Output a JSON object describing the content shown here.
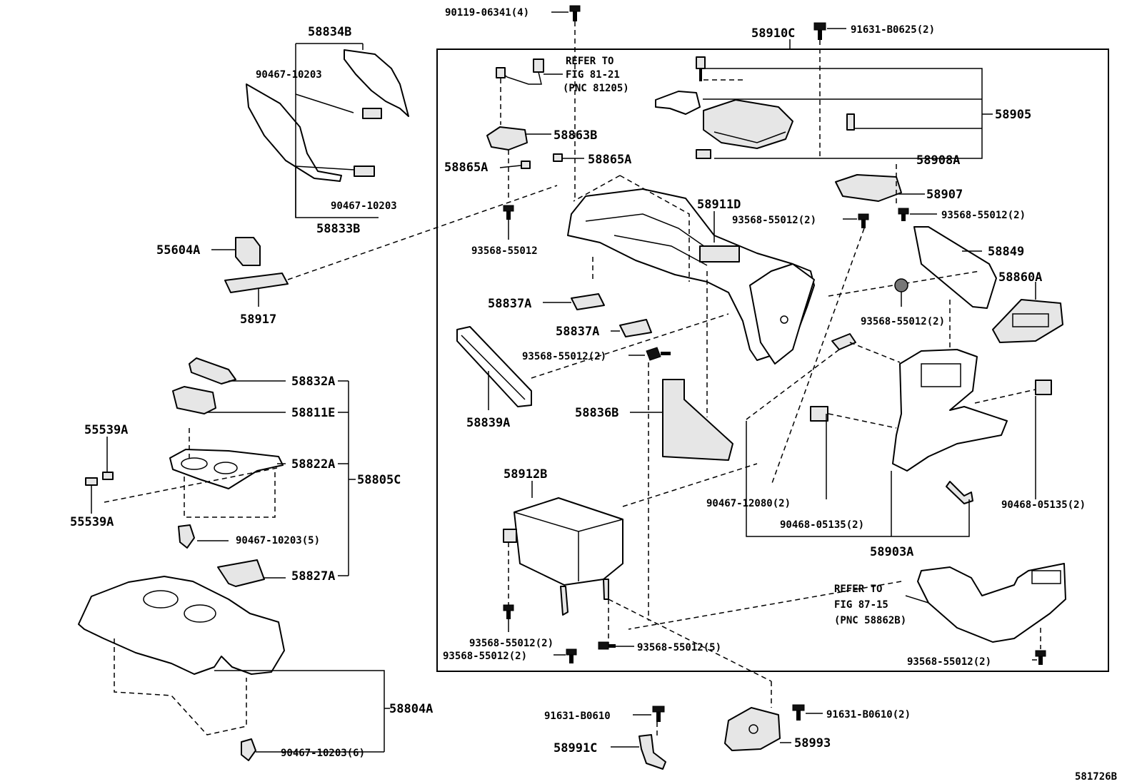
{
  "title": "581726B",
  "labels": {
    "p90119": "90119-06341(4)",
    "p91631_b0625": "91631-B0625(2)",
    "p58910C": "58910C",
    "p58834B": "58834B",
    "p90467_a": "90467-10203",
    "p90467_b": "90467-10203",
    "p58833B": "58833B",
    "p55604A": "55604A",
    "p58917": "58917",
    "p58863B": "58863B",
    "p58865A_r": "58865A",
    "p58865A_l": "58865A",
    "p93568_a": "93568-55012",
    "p58911D": "58911D",
    "p58905": "58905",
    "p58908A": "58908A",
    "p58907": "58907",
    "p93568_b": "93568-55012(2)",
    "p93568_c": "93568-55012(2)",
    "p58849": "58849",
    "p58860A": "58860A",
    "p58837A_a": "58837A",
    "p58837A_b": "58837A",
    "p93568_d": "93568-55012(2)",
    "p93568_e": "93568-55012(2)",
    "p58839A": "58839A",
    "p58836B": "58836B",
    "p58832A": "58832A",
    "p58811E": "58811E",
    "p55539A_a": "55539A",
    "p58822A": "58822A",
    "p58805C": "58805C",
    "p55539A_b": "55539A",
    "p90467_c": "90467-10203(5)",
    "p58827A": "58827A",
    "p58912B": "58912B",
    "p90467_12080": "90467-12080(2)",
    "p90468_a": "90468-05135(2)",
    "p90468_b": "90468-05135(2)",
    "p58903A": "58903A",
    "p93568_f": "93568-55012(2)",
    "p93568_g": "93568-55012(2)",
    "p93568_h": "93568-55012(5)",
    "p93568_i": "93568-55012(2)",
    "p58804A": "58804A",
    "p90467_d": "90467-10203(6)",
    "p91631_b0610_a": "91631-B0610",
    "p58991C": "58991C",
    "p91631_b0610_b": "91631-B0610(2)",
    "p58993": "58993"
  },
  "refer1": {
    "line1": "REFER TO",
    "line2": "FIG 81-21",
    "line3": "(PNC 81205)"
  },
  "refer2": {
    "line1": "REFER TO",
    "line2": "FIG 87-15",
    "line3": "(PNC 58862B)"
  }
}
